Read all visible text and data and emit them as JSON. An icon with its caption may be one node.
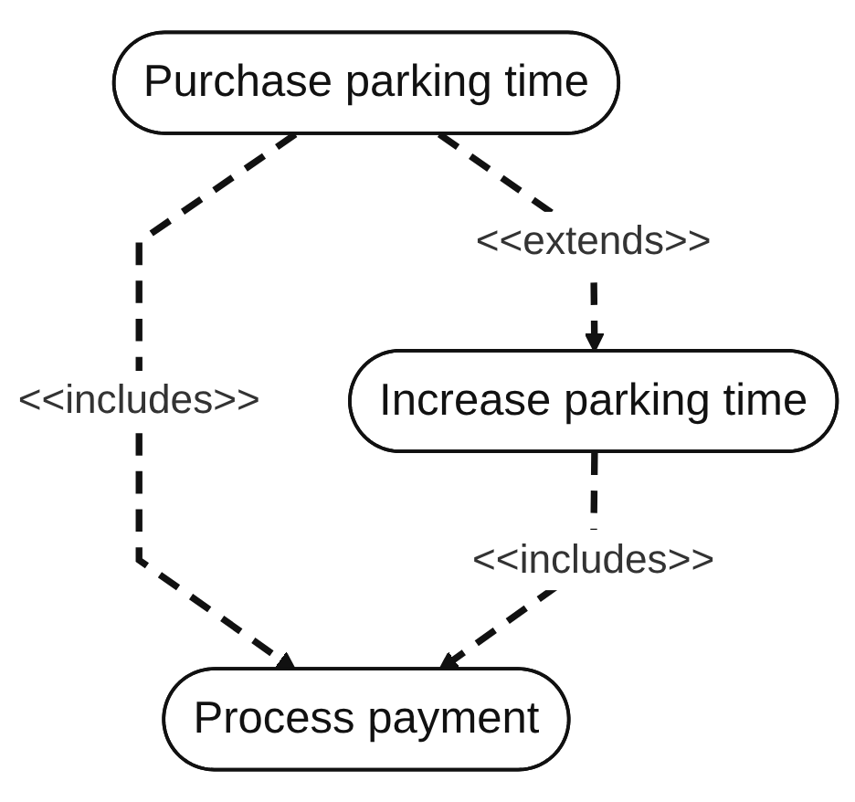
{
  "diagram": {
    "nodes": [
      {
        "text": [
          "Purchase parking time"
        ]
      },
      {
        "text": [
          "Process payment"
        ]
      },
      {
        "text": [
          "Increase parking time"
        ]
      }
    ],
    "edges": [
      {
        "from": 0,
        "to": 1,
        "arrow": "to",
        "label": "<<includes>>",
        "style": "dashed"
      },
      {
        "from": 0,
        "to": 2,
        "arrow": "to",
        "label": "<<extends>>",
        "style": "dashed"
      },
      {
        "from": 2,
        "to": 1,
        "arrow": "to",
        "label": "<<includes>>",
        "style": "dashed"
      }
    ]
  }
}
